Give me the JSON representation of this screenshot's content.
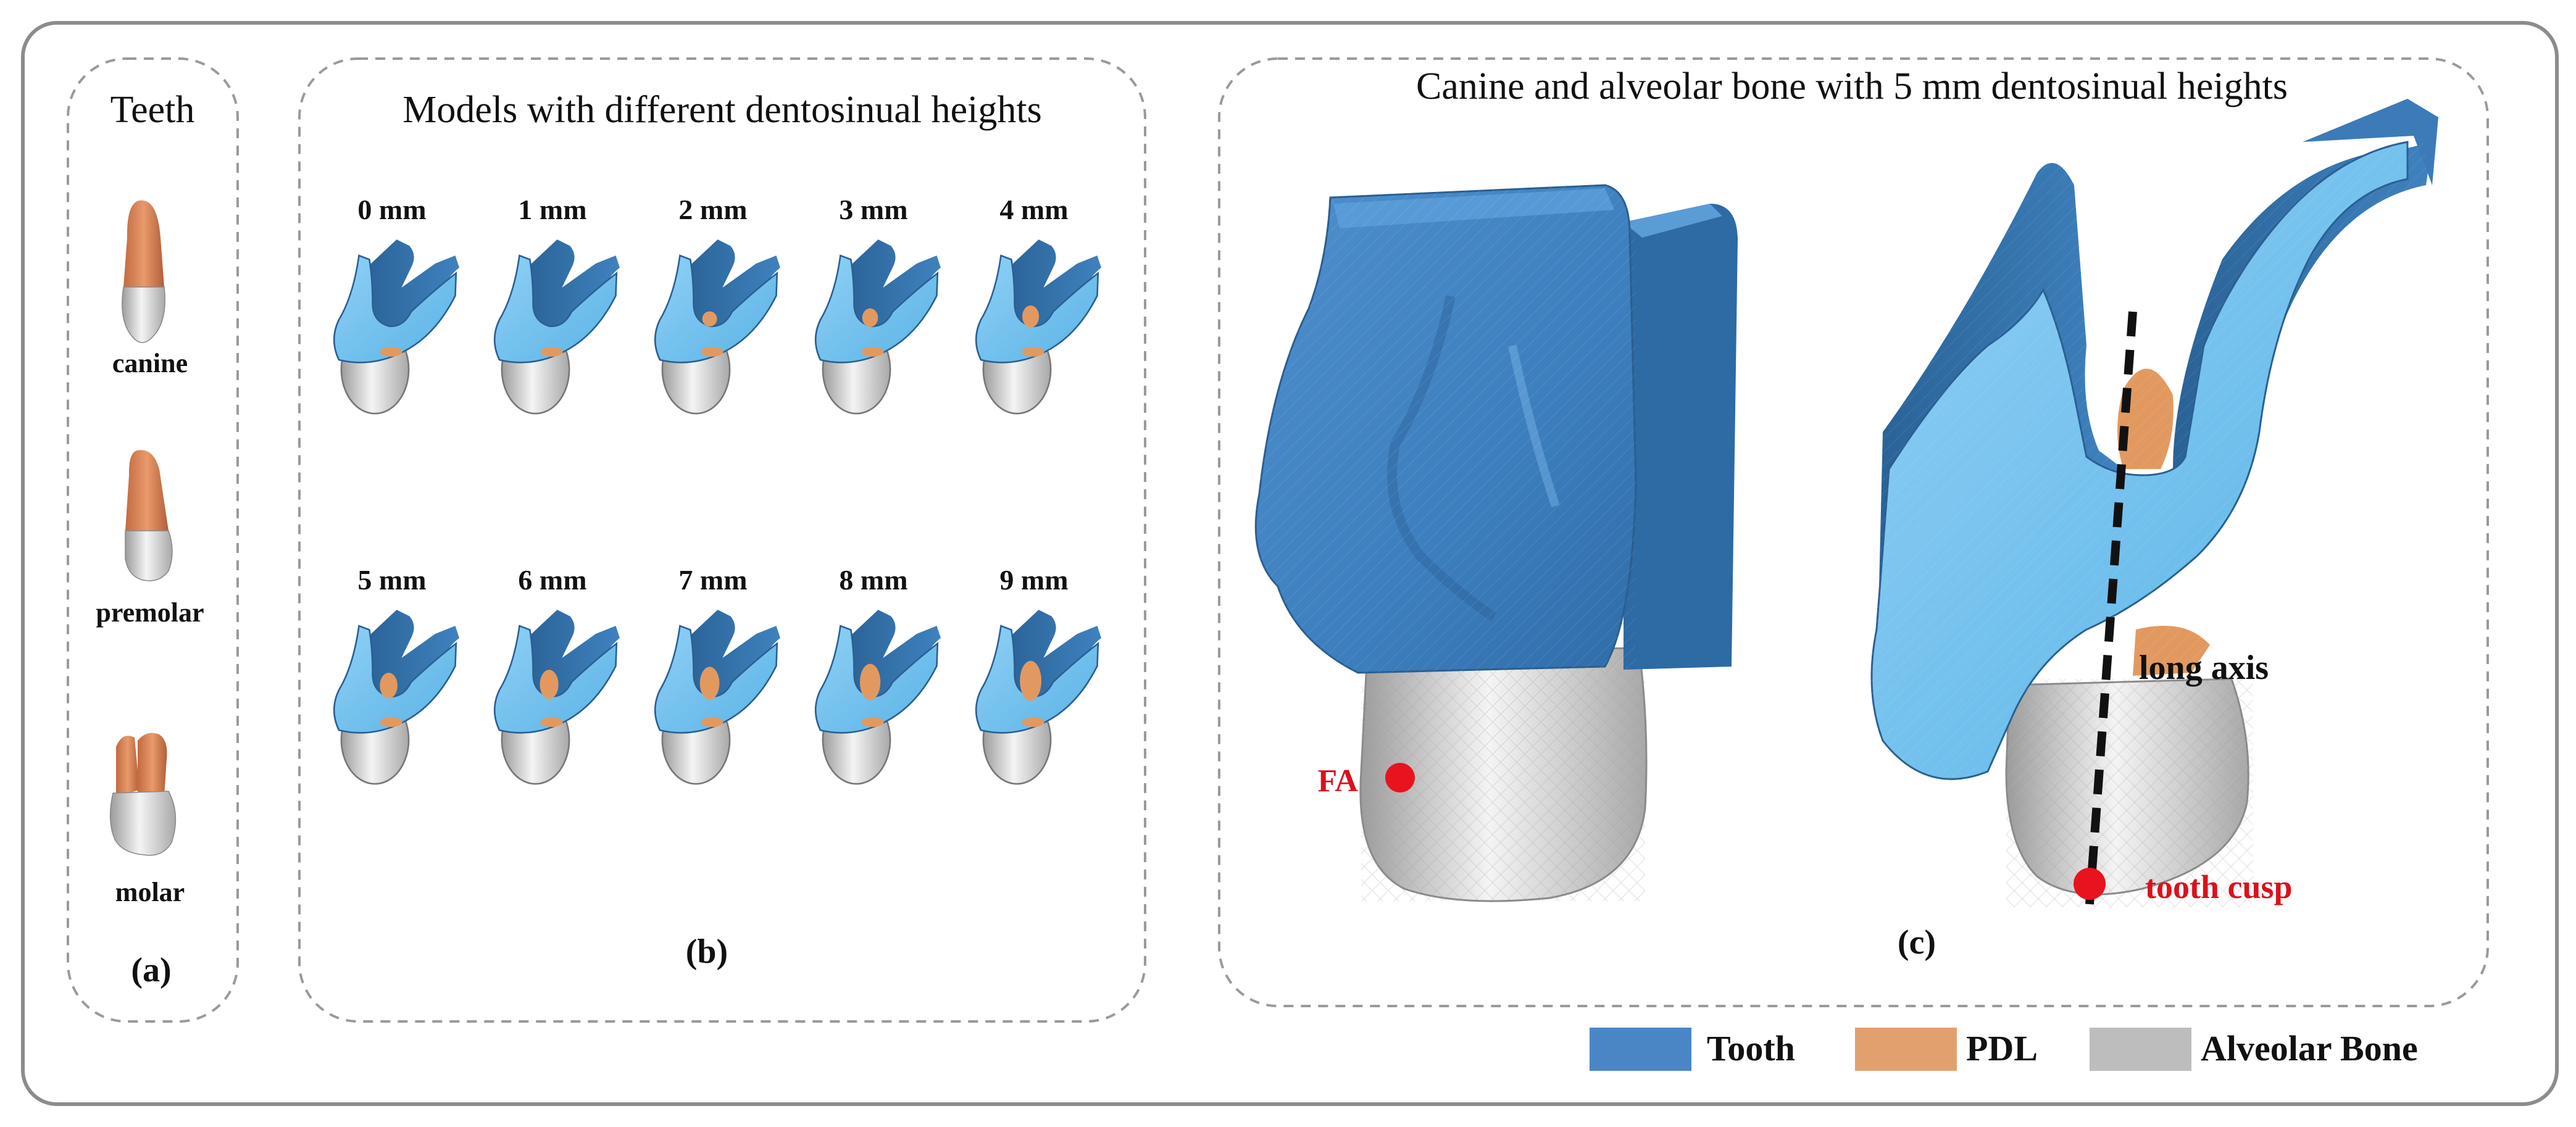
{
  "colors": {
    "tooth": "#4a86c6",
    "pdl": "#e2a06e",
    "bone": "#bdbdbd",
    "bone_light": "#79c3ee",
    "bone_dark": "#2f6ea5",
    "tooth_root": "#d98356",
    "crown": "#e9e9e9",
    "marker": "#e8131e",
    "frame": "#8c8c8c"
  },
  "panel_a": {
    "title": "Teeth",
    "teeth": [
      {
        "name": "canine",
        "icon": "canine-tooth-icon"
      },
      {
        "name": "premolar",
        "icon": "premolar-tooth-icon"
      },
      {
        "name": "molar",
        "icon": "molar-tooth-icon"
      }
    ],
    "tag": "(a)"
  },
  "panel_b": {
    "title": "Models with different dentosinual heights",
    "heights": [
      "0 mm",
      "1 mm",
      "2 mm",
      "3 mm",
      "4 mm",
      "5 mm",
      "6 mm",
      "7 mm",
      "8 mm",
      "9 mm"
    ],
    "tag": "(b)"
  },
  "panel_c": {
    "title": "Canine and alveolar bone with 5 mm dentosinual heights",
    "fa_label": "FA",
    "long_axis_label": "long axis",
    "cusp_label": "tooth cusp",
    "tag": "(c)"
  },
  "legend": [
    {
      "label": "Tooth",
      "color": "#4a86c6"
    },
    {
      "label": "PDL",
      "color": "#e2a06e"
    },
    {
      "label": "Alveolar Bone",
      "color": "#bdbdbd"
    }
  ]
}
